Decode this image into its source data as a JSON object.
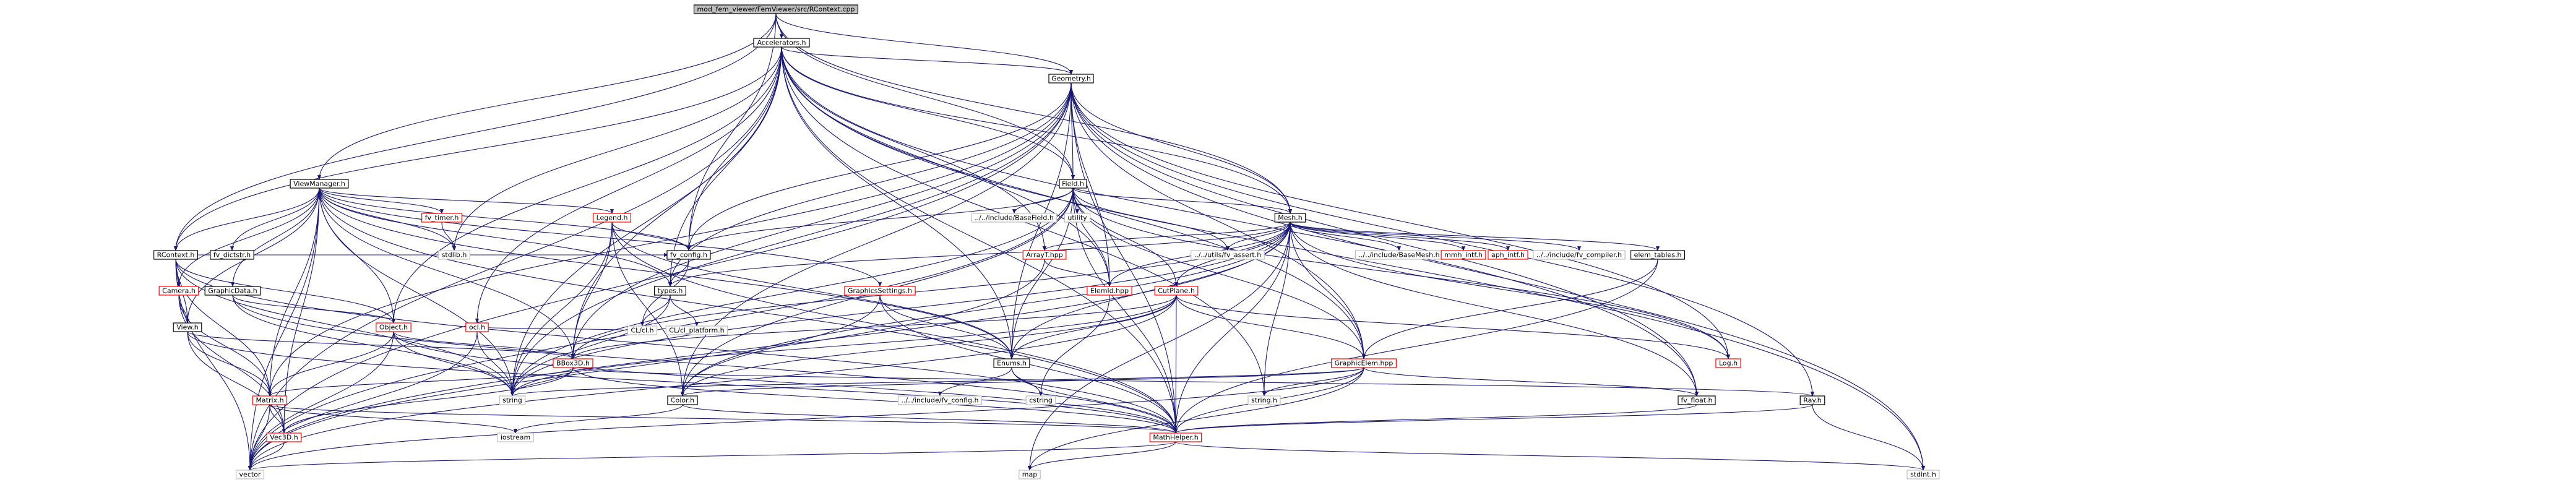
{
  "colors": {
    "edge": "#191970",
    "root_fill": "#bfbfbf",
    "root_border": "#000000",
    "normal_border": "#000000",
    "truncated_border": "#ff0000",
    "external_border": "#bfbfbf",
    "node_fill": "#ffffff"
  },
  "nodes": [
    {
      "id": "root",
      "label": "mod_fem_viewer/FemViewer/src/RContext.cpp",
      "kind": "root"
    },
    {
      "id": "accel",
      "label": "Accelerators.h",
      "kind": "normal"
    },
    {
      "id": "geom",
      "label": "Geometry.h",
      "kind": "normal"
    },
    {
      "id": "viewmgr",
      "label": "ViewManager.h",
      "kind": "normal"
    },
    {
      "id": "field",
      "label": "Field.h",
      "kind": "normal"
    },
    {
      "id": "mesh",
      "label": "Mesh.h",
      "kind": "normal"
    },
    {
      "id": "rcontext",
      "label": "RContext.h",
      "kind": "normal"
    },
    {
      "id": "fvdictstr",
      "label": "fv_dictstr.h",
      "kind": "normal"
    },
    {
      "id": "fvtimer",
      "label": "fv_timer.h",
      "kind": "truncated"
    },
    {
      "id": "legend",
      "label": "Legend.h",
      "kind": "truncated"
    },
    {
      "id": "basefield",
      "label": "../../include/BaseField.h",
      "kind": "external"
    },
    {
      "id": "utility",
      "label": "utility",
      "kind": "external"
    },
    {
      "id": "fvassert",
      "label": "../../utils/fv_assert.h",
      "kind": "external"
    },
    {
      "id": "basemesh",
      "label": "../../include/BaseMesh.h",
      "kind": "external"
    },
    {
      "id": "mmhintf",
      "label": "mmh_intf.h",
      "kind": "truncated"
    },
    {
      "id": "aphintf",
      "label": "aph_intf.h",
      "kind": "truncated"
    },
    {
      "id": "fvcompiler",
      "label": "../../include/fv_compiler.h",
      "kind": "external"
    },
    {
      "id": "elemtables",
      "label": "elem_tables.h",
      "kind": "normal"
    },
    {
      "id": "camera",
      "label": "Camera.h",
      "kind": "truncated"
    },
    {
      "id": "graphicdata",
      "label": "GraphicData.h",
      "kind": "normal"
    },
    {
      "id": "stdlib",
      "label": "stdlib.h",
      "kind": "external"
    },
    {
      "id": "fvconfig",
      "label": "fv_config.h",
      "kind": "normal"
    },
    {
      "id": "arrayt",
      "label": "ArrayT.hpp",
      "kind": "truncated"
    },
    {
      "id": "types",
      "label": "types.h",
      "kind": "normal"
    },
    {
      "id": "ocl",
      "label": "ocl.h",
      "kind": "truncated"
    },
    {
      "id": "gsettings",
      "label": "GraphicsSettings.h",
      "kind": "truncated"
    },
    {
      "id": "elemid",
      "label": "ElemId.hpp",
      "kind": "truncated"
    },
    {
      "id": "cutplane",
      "label": "CutPlane.h",
      "kind": "truncated"
    },
    {
      "id": "view",
      "label": "View.h",
      "kind": "normal"
    },
    {
      "id": "object",
      "label": "Object.h",
      "kind": "truncated"
    },
    {
      "id": "bbox",
      "label": "BBox3D.h",
      "kind": "truncated"
    },
    {
      "id": "clcl",
      "label": "CL/cl.h",
      "kind": "external"
    },
    {
      "id": "clplatform",
      "label": "CL/cl_platform.h",
      "kind": "external"
    },
    {
      "id": "enums",
      "label": "Enums.h",
      "kind": "normal"
    },
    {
      "id": "gelem",
      "label": "GraphicElem.hpp",
      "kind": "truncated"
    },
    {
      "id": "logh",
      "label": "Log.h",
      "kind": "truncated"
    },
    {
      "id": "matrix",
      "label": "Matrix.h",
      "kind": "truncated"
    },
    {
      "id": "string",
      "label": "string",
      "kind": "external"
    },
    {
      "id": "colorh",
      "label": "Color.h",
      "kind": "normal"
    },
    {
      "id": "incfvconfig",
      "label": "../../include/fv_config.h",
      "kind": "external"
    },
    {
      "id": "cstring",
      "label": "cstring",
      "kind": "external"
    },
    {
      "id": "stringh",
      "label": "string.h",
      "kind": "external"
    },
    {
      "id": "fvfloat",
      "label": "fv_float.h",
      "kind": "normal"
    },
    {
      "id": "ray",
      "label": "Ray.h",
      "kind": "normal"
    },
    {
      "id": "vec3d",
      "label": "Vec3D.h",
      "kind": "truncated"
    },
    {
      "id": "iostream",
      "label": "iostream",
      "kind": "external"
    },
    {
      "id": "mathhelper",
      "label": "MathHelper.h",
      "kind": "truncated"
    },
    {
      "id": "vector",
      "label": "vector",
      "kind": "external"
    },
    {
      "id": "map",
      "label": "map",
      "kind": "external"
    },
    {
      "id": "stdint",
      "label": "stdint.h",
      "kind": "external"
    }
  ],
  "edges": [
    [
      "root",
      "accel"
    ],
    [
      "root",
      "geom"
    ],
    [
      "root",
      "viewmgr"
    ],
    [
      "root",
      "field"
    ],
    [
      "root",
      "mesh"
    ],
    [
      "root",
      "rcontext"
    ],
    [
      "root",
      "fvconfig"
    ],
    [
      "accel",
      "geom"
    ],
    [
      "accel",
      "field"
    ],
    [
      "accel",
      "mesh"
    ],
    [
      "accel",
      "rcontext"
    ],
    [
      "accel",
      "fvconfig"
    ],
    [
      "accel",
      "ocl"
    ],
    [
      "accel",
      "bbox"
    ],
    [
      "accel",
      "enums"
    ],
    [
      "accel",
      "gelem"
    ],
    [
      "accel",
      "elemid"
    ],
    [
      "accel",
      "arrayt"
    ],
    [
      "accel",
      "string"
    ],
    [
      "accel",
      "vector"
    ],
    [
      "accel",
      "stdint"
    ],
    [
      "accel",
      "stdlib"
    ],
    [
      "accel",
      "fvfloat"
    ],
    [
      "accel",
      "types"
    ],
    [
      "accel",
      "object"
    ],
    [
      "accel",
      "mathhelper"
    ],
    [
      "accel",
      "stringh"
    ],
    [
      "geom",
      "field"
    ],
    [
      "geom",
      "mesh"
    ],
    [
      "geom",
      "fvconfig"
    ],
    [
      "geom",
      "types"
    ],
    [
      "geom",
      "bbox"
    ],
    [
      "geom",
      "enums"
    ],
    [
      "geom",
      "gelem"
    ],
    [
      "geom",
      "logh"
    ],
    [
      "geom",
      "mathhelper"
    ],
    [
      "geom",
      "ray"
    ],
    [
      "geom",
      "fvfloat"
    ],
    [
      "geom",
      "vector"
    ],
    [
      "geom",
      "string"
    ],
    [
      "geom",
      "stdint"
    ],
    [
      "geom",
      "matrix"
    ],
    [
      "geom",
      "colorh"
    ],
    [
      "geom",
      "elemid"
    ],
    [
      "viewmgr",
      "rcontext"
    ],
    [
      "viewmgr",
      "fvdictstr"
    ],
    [
      "viewmgr",
      "fvtimer"
    ],
    [
      "viewmgr",
      "legend"
    ],
    [
      "viewmgr",
      "camera"
    ],
    [
      "viewmgr",
      "graphicdata"
    ],
    [
      "viewmgr",
      "fvconfig"
    ],
    [
      "viewmgr",
      "view"
    ],
    [
      "viewmgr",
      "object"
    ],
    [
      "viewmgr",
      "gsettings"
    ],
    [
      "viewmgr",
      "bbox"
    ],
    [
      "viewmgr",
      "enums"
    ],
    [
      "viewmgr",
      "matrix"
    ],
    [
      "viewmgr",
      "vec3d"
    ],
    [
      "viewmgr",
      "string"
    ],
    [
      "viewmgr",
      "vector"
    ],
    [
      "viewmgr",
      "mathhelper"
    ],
    [
      "viewmgr",
      "stdlib"
    ],
    [
      "viewmgr",
      "types"
    ],
    [
      "field",
      "basefield"
    ],
    [
      "field",
      "utility"
    ],
    [
      "field",
      "fvassert"
    ],
    [
      "field",
      "mesh"
    ],
    [
      "field",
      "fvconfig"
    ],
    [
      "field",
      "cutplane"
    ],
    [
      "field",
      "gelem"
    ],
    [
      "field",
      "elemid"
    ],
    [
      "field",
      "vector"
    ],
    [
      "field",
      "string"
    ],
    [
      "field",
      "mathhelper"
    ],
    [
      "field",
      "logh"
    ],
    [
      "field",
      "enums"
    ],
    [
      "field",
      "colorh"
    ],
    [
      "mesh",
      "basemesh"
    ],
    [
      "mesh",
      "mmhintf"
    ],
    [
      "mesh",
      "aphintf"
    ],
    [
      "mesh",
      "fvcompiler"
    ],
    [
      "mesh",
      "elemtables"
    ],
    [
      "mesh",
      "fvassert"
    ],
    [
      "mesh",
      "arrayt"
    ],
    [
      "mesh",
      "elemid"
    ],
    [
      "mesh",
      "cutplane"
    ],
    [
      "mesh",
      "gelem"
    ],
    [
      "mesh",
      "bbox"
    ],
    [
      "mesh",
      "enums"
    ],
    [
      "mesh",
      "logh"
    ],
    [
      "mesh",
      "types"
    ],
    [
      "mesh",
      "string"
    ],
    [
      "mesh",
      "stringh"
    ],
    [
      "mesh",
      "fvfloat"
    ],
    [
      "mesh",
      "mathhelper"
    ],
    [
      "mesh",
      "vector"
    ],
    [
      "mesh",
      "map"
    ],
    [
      "mesh",
      "colorh"
    ],
    [
      "rcontext",
      "camera"
    ],
    [
      "rcontext",
      "view"
    ],
    [
      "rcontext",
      "fvconfig"
    ],
    [
      "rcontext",
      "matrix"
    ],
    [
      "rcontext",
      "vector"
    ],
    [
      "rcontext",
      "mathhelper"
    ],
    [
      "rcontext",
      "object"
    ],
    [
      "rcontext",
      "string"
    ],
    [
      "fvtimer",
      "stdlib"
    ],
    [
      "legend",
      "fvconfig"
    ],
    [
      "legend",
      "string"
    ],
    [
      "legend",
      "colorh"
    ],
    [
      "legend",
      "mathhelper"
    ],
    [
      "legend",
      "enums"
    ],
    [
      "legend",
      "bbox"
    ],
    [
      "elemtables",
      "gelem"
    ],
    [
      "elemtables",
      "mathhelper"
    ],
    [
      "camera",
      "view"
    ],
    [
      "camera",
      "matrix"
    ],
    [
      "camera",
      "vec3d"
    ],
    [
      "graphicdata",
      "object"
    ],
    [
      "graphicdata",
      "string"
    ],
    [
      "graphicdata",
      "mathhelper"
    ],
    [
      "fvconfig",
      "clcl"
    ],
    [
      "fvconfig",
      "types"
    ],
    [
      "arrayt",
      "elemid"
    ],
    [
      "arrayt",
      "vector"
    ],
    [
      "types",
      "clcl"
    ],
    [
      "types",
      "clplatform"
    ],
    [
      "types",
      "string"
    ],
    [
      "ocl",
      "clcl"
    ],
    [
      "ocl",
      "string"
    ],
    [
      "ocl",
      "vector"
    ],
    [
      "gsettings",
      "enums"
    ],
    [
      "gsettings",
      "colorh"
    ],
    [
      "gsettings",
      "mathhelper"
    ],
    [
      "elemid",
      "cstring"
    ],
    [
      "cutplane",
      "enums"
    ],
    [
      "cutplane",
      "gelem"
    ],
    [
      "cutplane",
      "logh"
    ],
    [
      "cutplane",
      "bbox"
    ],
    [
      "cutplane",
      "mathhelper"
    ],
    [
      "cutplane",
      "vector"
    ],
    [
      "cutplane",
      "string"
    ],
    [
      "cutplane",
      "colorh"
    ],
    [
      "view",
      "matrix"
    ],
    [
      "view",
      "vec3d"
    ],
    [
      "view",
      "bbox"
    ],
    [
      "view",
      "mathhelper"
    ],
    [
      "object",
      "bbox"
    ],
    [
      "object",
      "matrix"
    ],
    [
      "object",
      "string"
    ],
    [
      "object",
      "vector"
    ],
    [
      "object",
      "mathhelper"
    ],
    [
      "bbox",
      "matrix"
    ],
    [
      "bbox",
      "vec3d"
    ],
    [
      "bbox",
      "string"
    ],
    [
      "bbox",
      "mathhelper"
    ],
    [
      "bbox",
      "ray"
    ],
    [
      "enums",
      "incfvconfig"
    ],
    [
      "enums",
      "cstring"
    ],
    [
      "enums",
      "mathhelper"
    ],
    [
      "gelem",
      "stringh"
    ],
    [
      "gelem",
      "vector"
    ],
    [
      "gelem",
      "map"
    ],
    [
      "gelem",
      "mathhelper"
    ],
    [
      "gelem",
      "colorh"
    ],
    [
      "gelem",
      "fvfloat"
    ],
    [
      "gelem",
      "string"
    ],
    [
      "matrix",
      "vec3d"
    ],
    [
      "matrix",
      "mathhelper"
    ],
    [
      "matrix",
      "iostream"
    ],
    [
      "matrix",
      "vector"
    ],
    [
      "colorh",
      "iostream"
    ],
    [
      "colorh",
      "mathhelper"
    ],
    [
      "fvfloat",
      "mathhelper"
    ],
    [
      "ray",
      "mathhelper"
    ],
    [
      "ray",
      "stdint"
    ],
    [
      "vec3d",
      "vector"
    ],
    [
      "mathhelper",
      "vector"
    ],
    [
      "mathhelper",
      "map"
    ],
    [
      "mathhelper",
      "stdint"
    ]
  ]
}
